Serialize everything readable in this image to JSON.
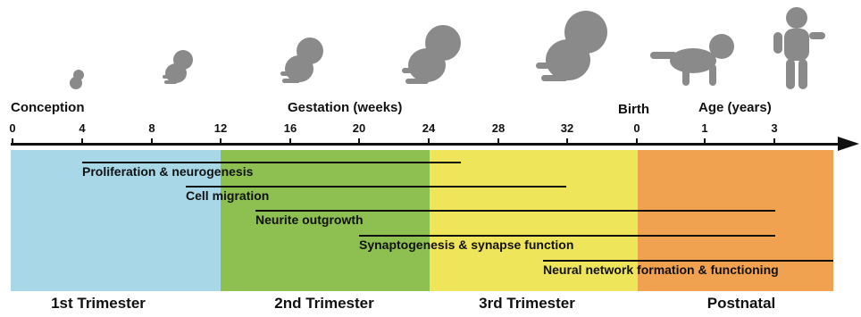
{
  "header": {
    "conception": "Conception",
    "gestation": "Gestation (weeks)",
    "birth": "Birth",
    "age": "Age (years)"
  },
  "gestation_ticks": [
    "0",
    "4",
    "8",
    "12",
    "16",
    "20",
    "24",
    "28",
    "32"
  ],
  "age_ticks": [
    "0",
    "1",
    "3"
  ],
  "phases": [
    {
      "label": "1st Trimester",
      "color": "#a8d8e8"
    },
    {
      "label": "2nd Trimester",
      "color": "#8dc050"
    },
    {
      "label": "3rd Trimester",
      "color": "#efe55a"
    },
    {
      "label": "Postnatal",
      "color": "#f1a250"
    }
  ],
  "processes": [
    {
      "label": "Proliferation & neurogenesis"
    },
    {
      "label": "Cell migration"
    },
    {
      "label": "Neurite outgrowth"
    },
    {
      "label": "Synaptogenesis & synapse function"
    },
    {
      "label": "Neural network formation & functioning"
    }
  ],
  "icons": [
    "embryo-icon",
    "early-fetus-icon",
    "fetus-icon",
    "late-fetus-icon",
    "term-fetus-icon",
    "crawling-baby-icon",
    "toddler-icon"
  ]
}
